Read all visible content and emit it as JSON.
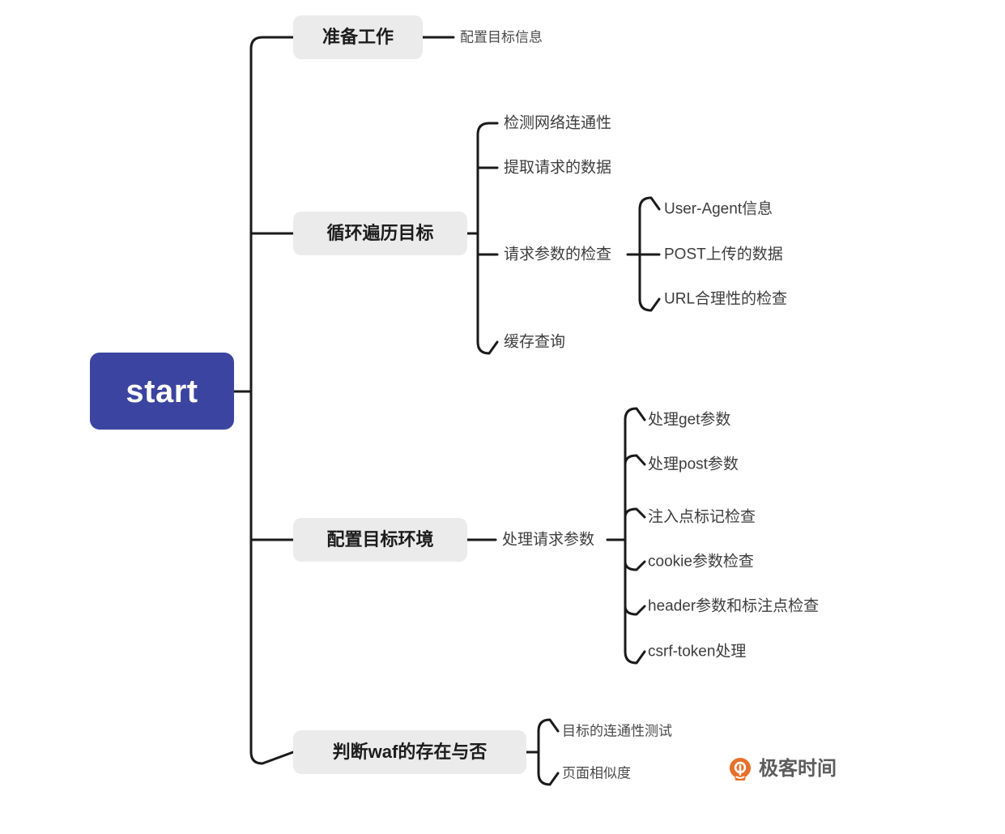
{
  "diagram": {
    "title": "start",
    "type": "mindmap",
    "root": {
      "label": "start",
      "color": "#3b44a0",
      "text_color": "#ffffff"
    },
    "node_fill": "#ebebeb",
    "line_color": "#1a1a1a",
    "branches": [
      {
        "label": "准备工作",
        "children": [
          {
            "label": "配置目标信息",
            "children": []
          }
        ]
      },
      {
        "label": "循环遍历目标",
        "children": [
          {
            "label": "检测网络连通性",
            "children": []
          },
          {
            "label": "提取请求的数据",
            "children": []
          },
          {
            "label": "请求参数的检查",
            "children": [
              {
                "label": "User-Agent信息"
              },
              {
                "label": "POST上传的数据"
              },
              {
                "label": "URL合理性的检查"
              }
            ]
          },
          {
            "label": "缓存查询",
            "children": []
          }
        ]
      },
      {
        "label": "配置目标环境",
        "children": [
          {
            "label": "处理请求参数",
            "children": [
              {
                "label": "处理get参数"
              },
              {
                "label": "处理post参数"
              },
              {
                "label": "注入点标记检查"
              },
              {
                "label": "cookie参数检查"
              },
              {
                "label": "header参数和标注点检查"
              },
              {
                "label": "csrf-token处理"
              }
            ]
          }
        ]
      },
      {
        "label": "判断waf的存在与否",
        "children": [
          {
            "label": "目标的连通性测试",
            "children": []
          },
          {
            "label": "页面相似度",
            "children": []
          }
        ]
      }
    ]
  },
  "watermark": {
    "text": "极客时间",
    "logo_color": "#e8702a",
    "icon": "geektime-logo-icon"
  }
}
